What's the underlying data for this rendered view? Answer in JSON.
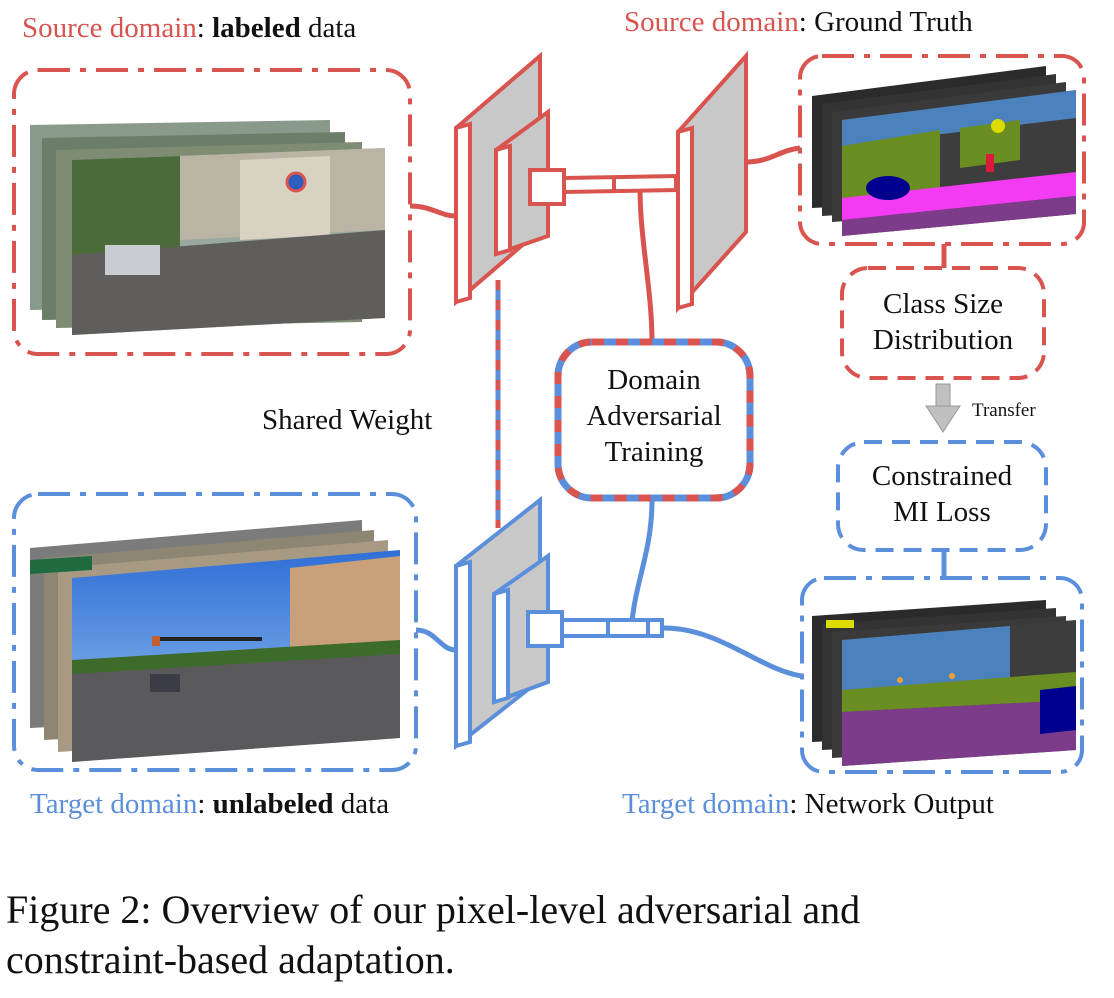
{
  "source_label": {
    "domain": "Source domain",
    "sep": ": ",
    "strong": "labeled",
    "rest": " data"
  },
  "gt_label": {
    "domain": "Source domain",
    "rest": ": Ground Truth"
  },
  "target_label": {
    "domain": "Target domain",
    "sep": ": ",
    "strong": "unlabeled",
    "rest": " data"
  },
  "output_label": {
    "domain": "Target domain",
    "rest": ": Network Output"
  },
  "shared_weight": "Shared Weight",
  "dat_box": {
    "line1": "Domain",
    "line2": "Adversarial",
    "line3": "Training"
  },
  "class_box": {
    "line1": "Class Size",
    "line2": "Distribution"
  },
  "transfer": "Transfer",
  "mi_box": {
    "line1": "Constrained",
    "line2": "MI Loss"
  },
  "caption": {
    "line1": "Figure 2:  Overview of our pixel-level adversarial and",
    "line2": "constraint-based adaptation."
  },
  "colors": {
    "source": "#d9534f",
    "target": "#5b8fdc",
    "gray": "#c0c0c0"
  }
}
